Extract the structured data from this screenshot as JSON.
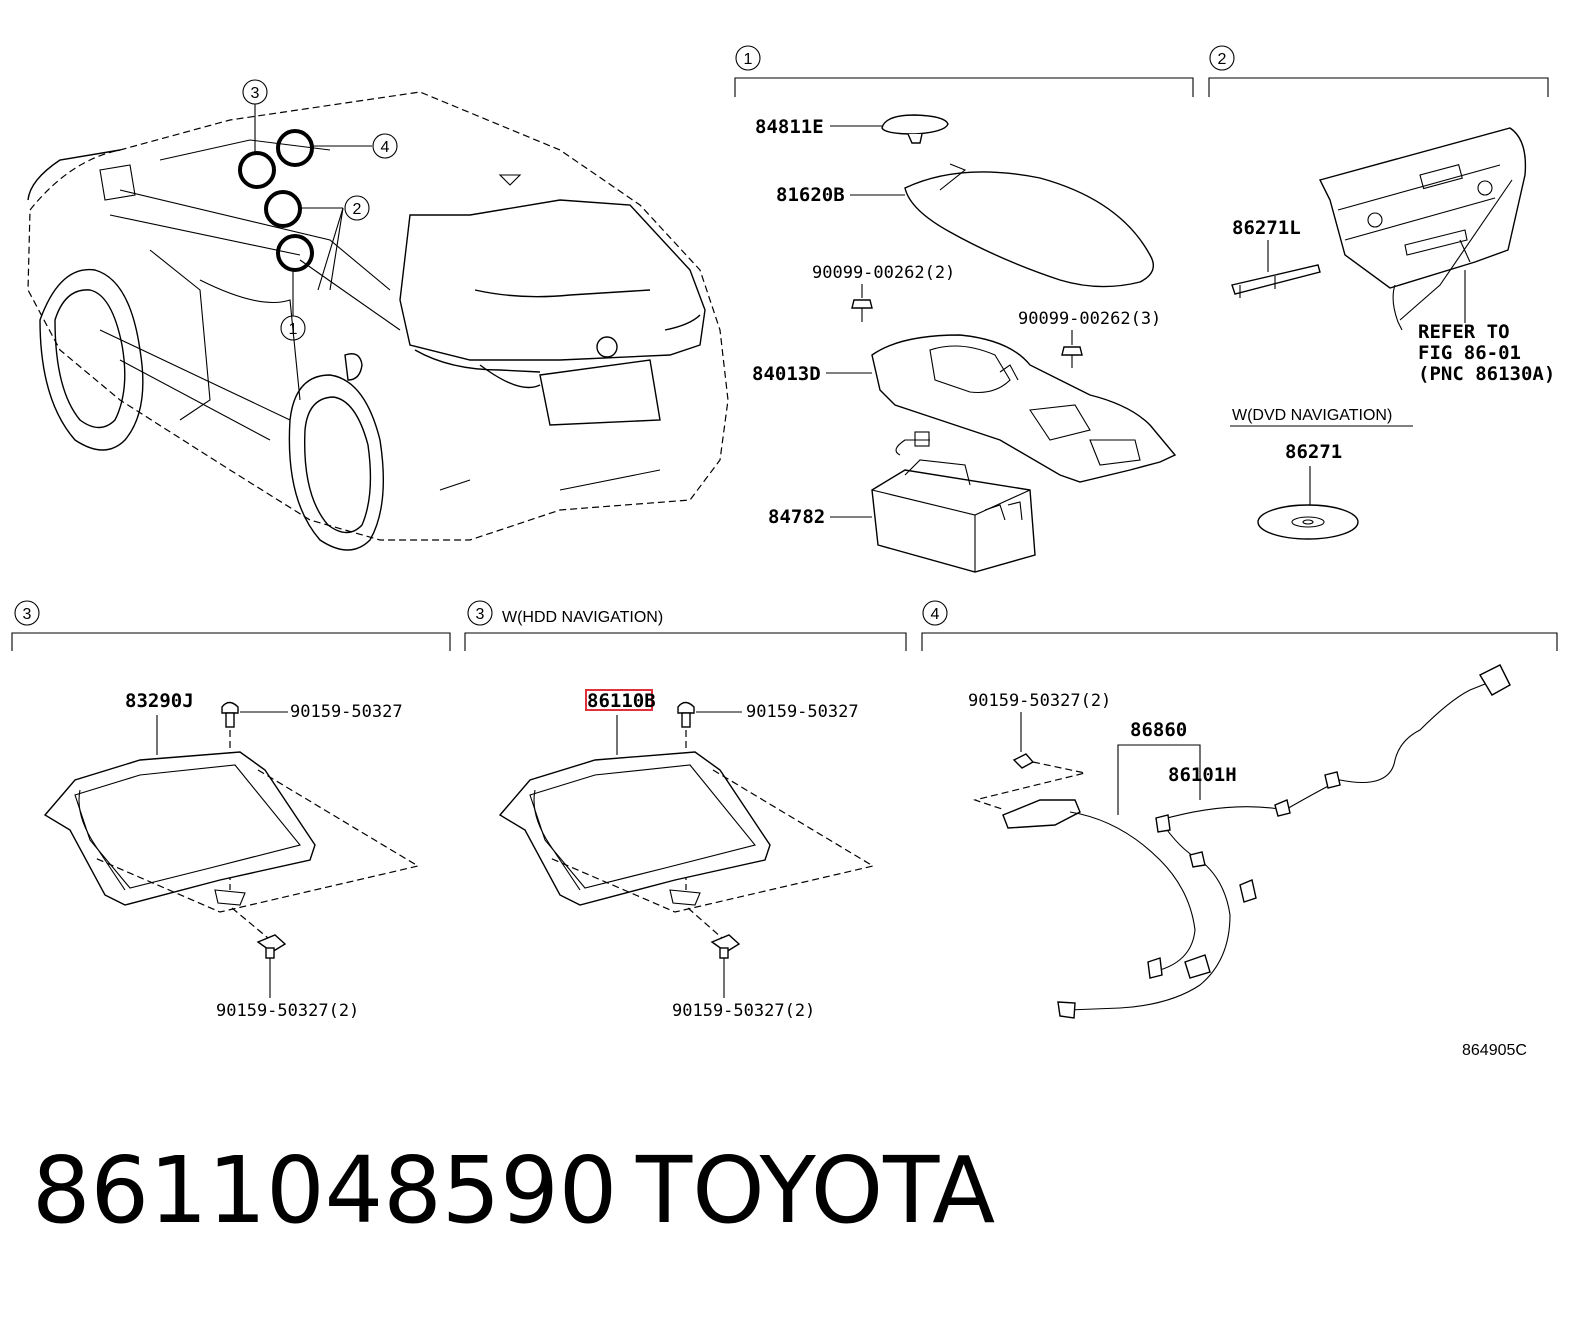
{
  "callouts": {
    "c1": "1",
    "c2": "2",
    "c3": "3",
    "c4": "4"
  },
  "section1": {
    "p84811E": "84811E",
    "p81620B": "81620B",
    "p90099a": "90099-00262(2)",
    "p90099b": "90099-00262(3)",
    "p84013D": "84013D",
    "p84782": "84782"
  },
  "section2": {
    "p86271L": "86271L",
    "refer1": "REFER TO",
    "refer2": "FIG 86-01",
    "refer3": "(PNC 86130A)",
    "dvd_label": "W(DVD NAVIGATION)",
    "p86271": "86271"
  },
  "section3a": {
    "p83290J": "83290J",
    "bolt_top": "90159-50327",
    "bolt_bottom": "90159-50327(2)"
  },
  "section3b": {
    "label": "W(HDD NAVIGATION)",
    "p86110B": "86110B",
    "bolt_top": "90159-50327",
    "bolt_bottom": "90159-50327(2)"
  },
  "section4": {
    "bolt": "90159-50327(2)",
    "p86860": "86860",
    "p86101H": "86101H"
  },
  "figure_code": "864905C",
  "footer": {
    "part_number": "8611048590",
    "brand": "TOYOTA"
  },
  "highlight_color": "#e0323c"
}
